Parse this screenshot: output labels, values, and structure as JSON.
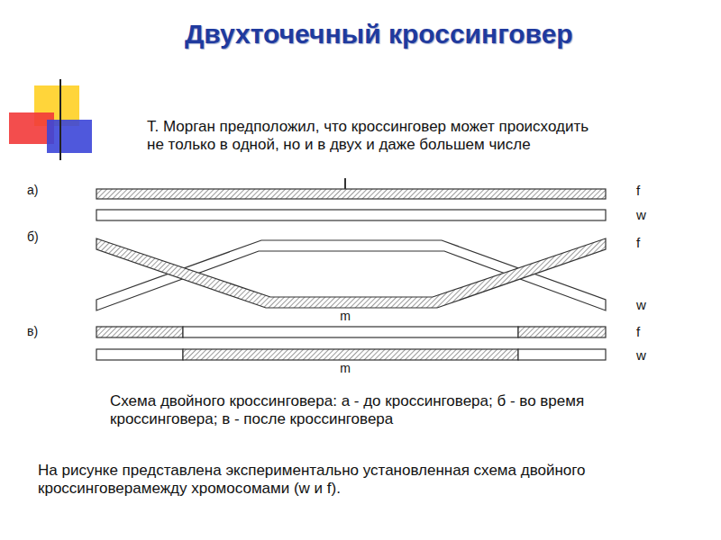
{
  "diagram": {
    "title": "Двухточечный кроссинговер",
    "caption": "Схема двойного кроссинговера: а - до кроссинговера; б - во время кроссинговера; в - после кроссинговера",
    "labels": [
      "Т. Морган предположил, что кроссинговер может происходить не только в одной, но и в двух и даже большем числе",
      "а)",
      "f",
      "w",
      "б)",
      "f",
      "w",
      "m",
      "в)",
      "f",
      "w",
      "m",
      "На рисунке представлена экспериментально установленная схема двойного кроссинговерамежду хромосомами (w и f)."
    ]
  }
}
